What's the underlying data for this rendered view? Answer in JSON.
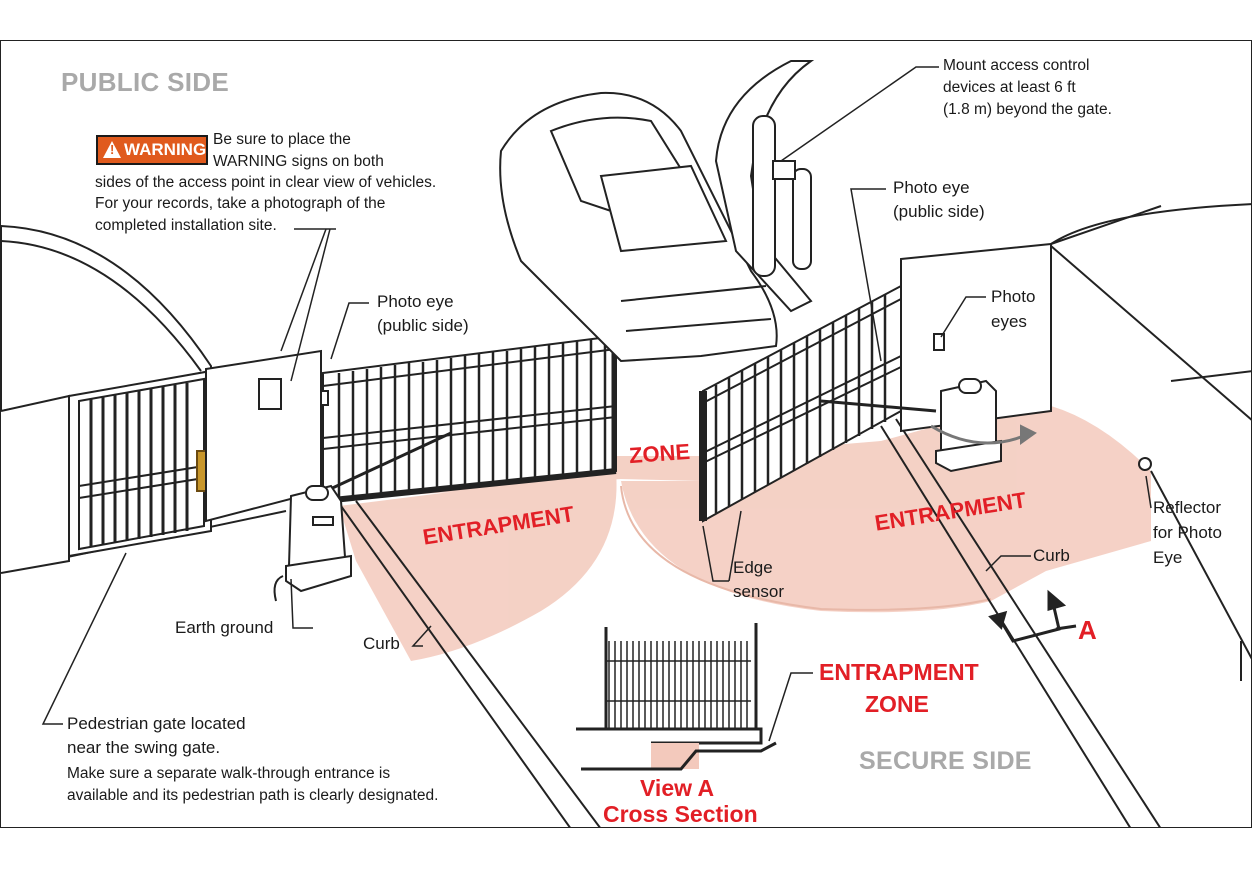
{
  "sides": {
    "public": "PUBLIC SIDE",
    "secure": "SECURE SIDE"
  },
  "warning": {
    "badge": "WARNING",
    "line1": "Be sure to place the",
    "line2": "WARNING signs on both",
    "line3": "sides of the access point in clear view of vehicles.",
    "line4": "For your records, take a  photograph of the",
    "line5": "completed installation site."
  },
  "labels": {
    "mount_line1": "Mount access control",
    "mount_line2": "devices at least 6 ft",
    "mount_line3": "(1.8 m) beyond the gate.",
    "photo_eye_left_1": "Photo eye",
    "photo_eye_left_2": "(public side)",
    "photo_eye_right_1": "Photo eye",
    "photo_eye_right_2": "(public side)",
    "photo_eyes_1": "Photo",
    "photo_eyes_2": "eyes",
    "reflector_1": "Reflector",
    "reflector_2": "for Photo",
    "reflector_3": "Eye",
    "curb_right": "Curb",
    "curb_left": "Curb",
    "earth_ground": "Earth ground",
    "edge_sensor_1": "Edge",
    "edge_sensor_2": "sensor",
    "ped_1": "Pedestrian gate located",
    "ped_2": "near the swing gate.",
    "ped_3": "Make sure a separate walk-through entrance is",
    "ped_4": "available and its pedestrian path is clearly designated."
  },
  "zone_labels": {
    "zone": "ZONE",
    "entrapment_left": "ENTRAPMENT",
    "entrapment_right": "ENTRAPMENT",
    "entrapment_zone_1": "ENTRAPMENT",
    "entrapment_zone_2": "ZONE",
    "view_a_marker": "A",
    "view_a_1": "View A",
    "view_a_2": "Cross Section"
  },
  "colors": {
    "zone_fill": "#f3c9bc",
    "red_text": "#e21f26",
    "warning_badge": "#e05a1d",
    "side_text": "#a9a9a9"
  }
}
